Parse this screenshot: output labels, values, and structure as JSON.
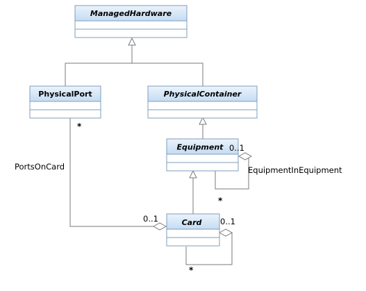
{
  "classes": {
    "managed_hardware": "ManagedHardware",
    "physical_port": "PhysicalPort",
    "physical_container": "PhysicalContainer",
    "equipment": "Equipment",
    "card": "Card"
  },
  "associations": {
    "ports_on_card": {
      "name": "PortsOnCard",
      "port_end_multiplicity": "*",
      "card_end_multiplicity": "0..1"
    },
    "equipment_in_equipment": {
      "name": "EquipmentInEquipment",
      "container_multiplicity": "0..1",
      "contained_multiplicity": "*"
    },
    "card_in_card": {
      "container_multiplicity": "0..1",
      "contained_multiplicity": "*"
    }
  },
  "colors": {
    "class_header": "#cfe3f7",
    "class_header_top": "#eaf3fc",
    "class_border": "#7f9db9",
    "line": "#7a7a7a"
  }
}
